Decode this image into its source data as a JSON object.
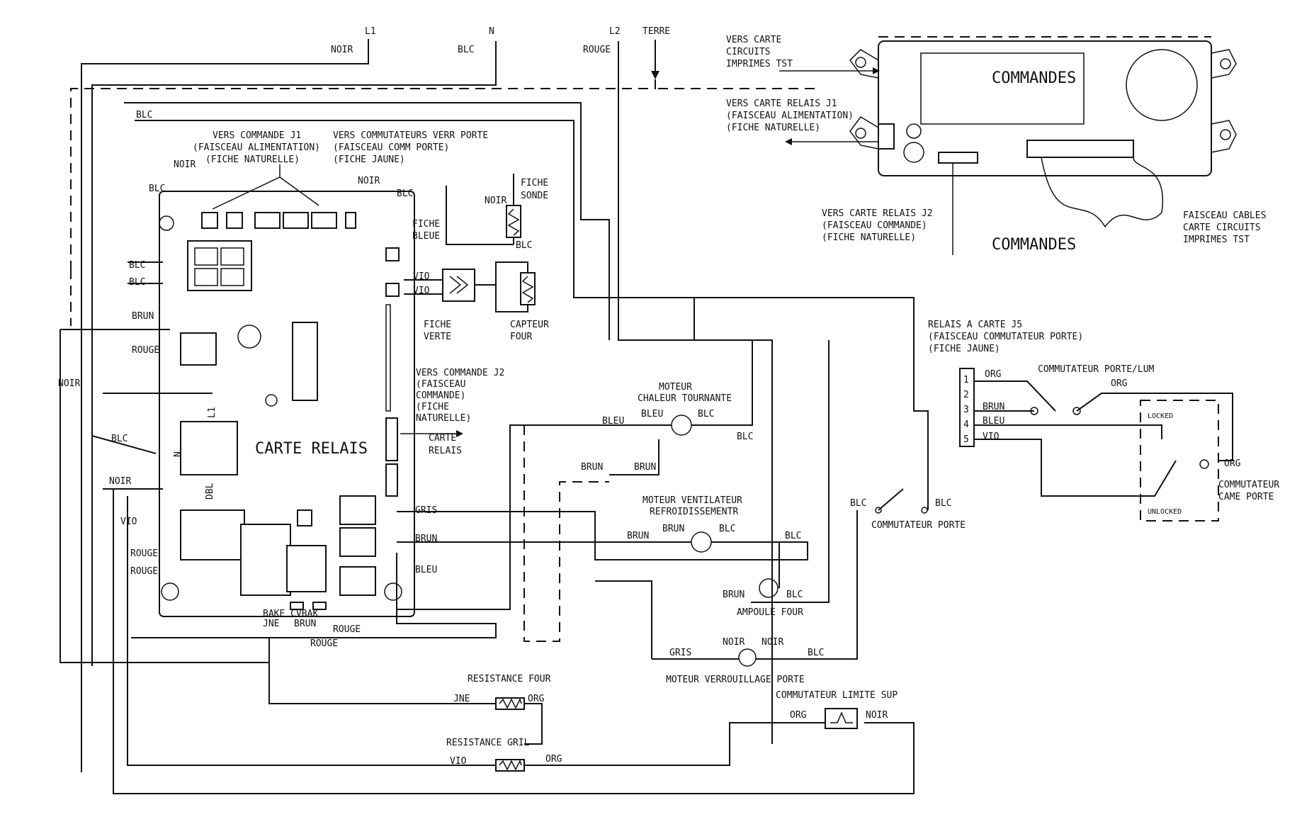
{
  "supply": {
    "l1": "L1",
    "n": "N",
    "l2": "L2",
    "terre": "TERRE"
  },
  "wire_colors": {
    "noir": "NOIR",
    "blc": "BLC",
    "rouge": "ROUGE",
    "brun": "BRUN",
    "vio": "VIO",
    "bleu": "BLEU",
    "gris": "GRIS",
    "jne": "JNE",
    "orange": "ORG"
  },
  "relay_board": {
    "title": "CARTE RELAIS",
    "to_cmd_j1": [
      "VERS COMMANDE J1",
      "(FAISCEAU ALIMENTATION)",
      "(FICHE NATURELLE)"
    ],
    "to_door_switches": [
      "VERS COMMUTATEURS VERR PORTE",
      "(FAISCEAU COMM PORTE)",
      "(FICHE JAUNE)"
    ],
    "probe_plug": [
      "FICHE",
      "SONDE"
    ],
    "blue_plug": [
      "FICHE",
      "BLEUE"
    ],
    "green_plug": [
      "FICHE",
      "VERTE"
    ],
    "oven_sensor": [
      "CAPTEUR",
      "FOUR"
    ],
    "to_cmd_j2": [
      "VERS COMMANDE J2",
      "(FAISCEAU",
      "COMMANDE)",
      "(FICHE",
      "NATURELLE)"
    ],
    "relay_board_ref": [
      "CARTE",
      "RELAIS"
    ],
    "dbl": "DBL",
    "bake_label": "BAKE CVBAK",
    "l1_terminal": "L1",
    "n_terminal": "N"
  },
  "controls": {
    "title": "COMMANDES",
    "title_bottom": "COMMANDES",
    "to_tst_board": [
      "VERS CARTE",
      "CIRCUITS",
      "IMPRIMES TST"
    ],
    "to_relay_j1": [
      "VERS CARTE RELAIS J1",
      "(FAISCEAU ALIMENTATION)",
      "(FICHE NATURELLE)"
    ],
    "to_relay_j2": [
      "VERS CARTE RELAIS J2",
      "(FAISCEAU COMMANDE)",
      "(FICHE NATURELLE)"
    ],
    "harness_tst": [
      "FAISCEAU CABLES",
      "CARTE CIRCUITS",
      "IMPRIMES TST"
    ]
  },
  "components": {
    "convection_motor": [
      "MOTEUR",
      "CHALEUR TOURNANTE"
    ],
    "cooling_fan": [
      "MOTEUR VENTILATEUR",
      "REFROIDISSEMENTR"
    ],
    "oven_lamp": "AMPOULE FOUR",
    "door_lock_motor": "MOTEUR VERROUILLAGE PORTE",
    "bake_element": "RESISTANCE FOUR",
    "broil_element": "RESISTANCE GRIL",
    "high_limit": "COMMUTATEUR LIMITE SUP",
    "door_switch": "COMMUTATEUR PORTE",
    "door_lamp_switch": "COMMUTATEUR PORTE/LUM",
    "cam_switch": [
      "COMMUTATEUR",
      "CAME PORTE"
    ],
    "locked": "LOCKED",
    "unlocked": "UNLOCKED"
  },
  "j5": {
    "title": [
      "RELAIS A CARTE J5",
      "(FAISCEAU COMMUTATEUR PORTE)",
      "(FICHE JAUNE)"
    ],
    "pins": [
      "1",
      "2",
      "3",
      "4",
      "5"
    ]
  }
}
